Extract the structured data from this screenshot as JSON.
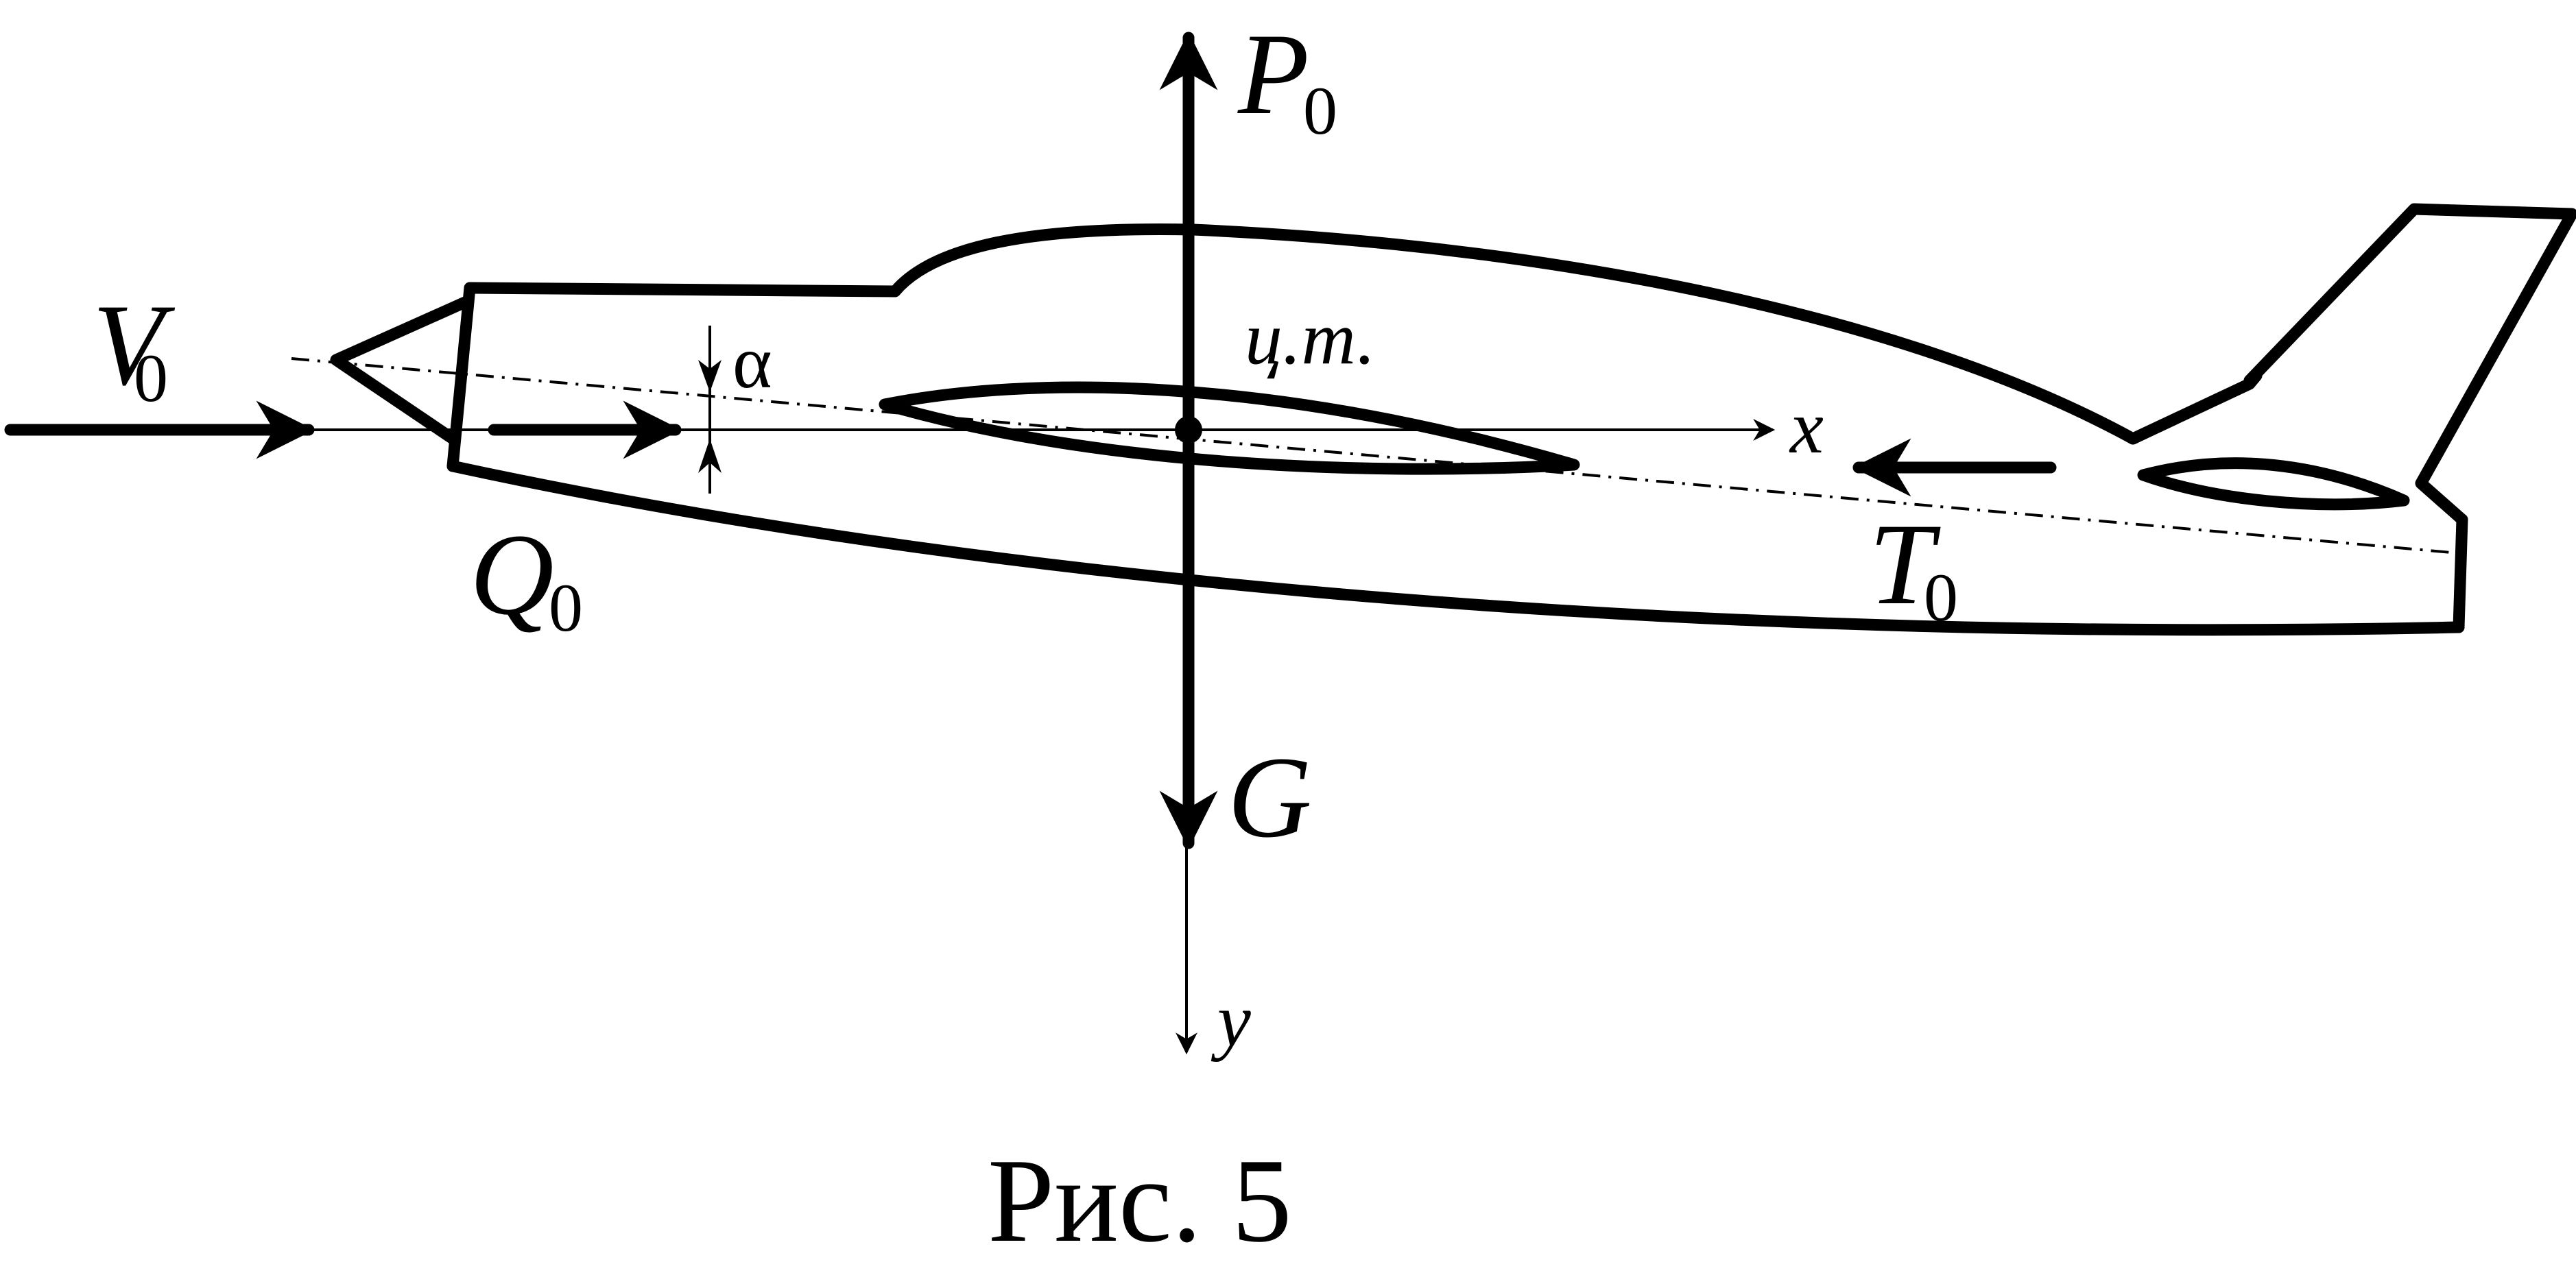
{
  "labels": {
    "lift": "P",
    "lift_sub": "0",
    "velocity": "V",
    "velocity_sub": "0",
    "drag": "Q",
    "drag_sub": "0",
    "thrust": "T",
    "thrust_sub": "0",
    "weight": "G",
    "angle": "α",
    "center_of_gravity": "ц.т.",
    "x_axis": "x",
    "y_axis": "y"
  },
  "caption": "Рис. 5"
}
